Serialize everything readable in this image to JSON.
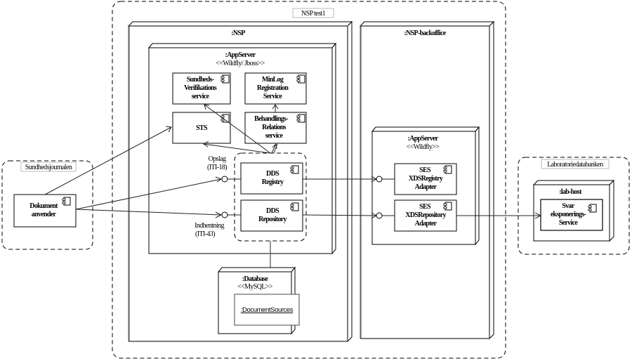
{
  "diagram": {
    "type": "UML deployment diagram",
    "environment": {
      "label": "NSP test1"
    },
    "external_left": {
      "label": "Sundhedsjournalen",
      "component": {
        "lines": [
          "Dokument",
          "anvender"
        ]
      }
    },
    "external_right": {
      "label": "Laboratoriedatabanken",
      "node": {
        "name": ":lab-host"
      },
      "component": {
        "lines": [
          "Svar",
          "eksponerings-",
          "Service"
        ]
      }
    },
    "nsp_node": {
      "name": ":NSP",
      "appserver": {
        "name": ":AppServer",
        "stereotype": "<<Wildfly/ Jboss>>"
      },
      "components": {
        "sundhed": {
          "lines": [
            "Sundheds-",
            "Verifikations",
            "service"
          ]
        },
        "minlog": {
          "lines": [
            "MinLog",
            "Registration",
            "Service"
          ]
        },
        "sts": {
          "lines": [
            "STS"
          ]
        },
        "behandling": {
          "lines": [
            "Behandlings-",
            "Relations",
            "service"
          ]
        },
        "dds_registry": {
          "lines": [
            "DDS",
            "Registry"
          ]
        },
        "dds_repository": {
          "lines": [
            "DDS",
            "Repository"
          ]
        }
      },
      "interfaces": {
        "opslag": {
          "lines": [
            "Opslag",
            "(ITI-18)"
          ]
        },
        "indhentning": {
          "lines": [
            "Indhentning",
            "(ITI-43)"
          ]
        }
      },
      "database": {
        "name": ":Database",
        "stereotype": "<<MySQL>>",
        "artifact": ":DocumentSources"
      }
    },
    "backoffice_node": {
      "name": ":NSP-backoffice",
      "appserver": {
        "name": ":AppServer",
        "stereotype": "<<Wildfly>>"
      },
      "components": {
        "registry_adapter": {
          "lines": [
            "SES",
            "XDSRegistry",
            "Adapter"
          ]
        },
        "repository_adapter": {
          "lines": [
            "SES",
            "XDSRepository",
            "Adapter"
          ]
        }
      }
    }
  }
}
